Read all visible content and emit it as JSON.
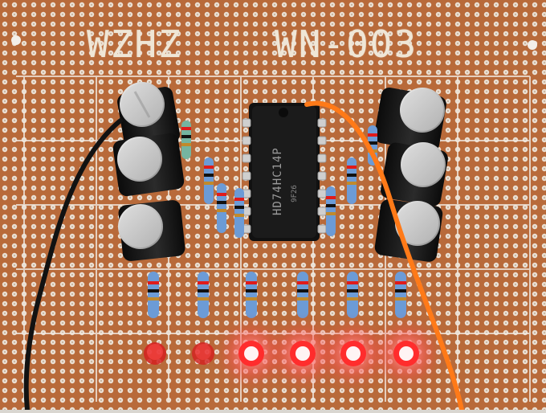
{
  "board": {
    "brand": "WZHZ",
    "model": "WN-003"
  },
  "chip": {
    "part_number": "HD74HC14P",
    "date_code": "9F26"
  },
  "colors": {
    "pcb": "#b86a3a",
    "pad": "#efe7dd",
    "led_on": "#ff2d2d",
    "wire_black": "#121212",
    "wire_orange": "#ff7a18"
  }
}
